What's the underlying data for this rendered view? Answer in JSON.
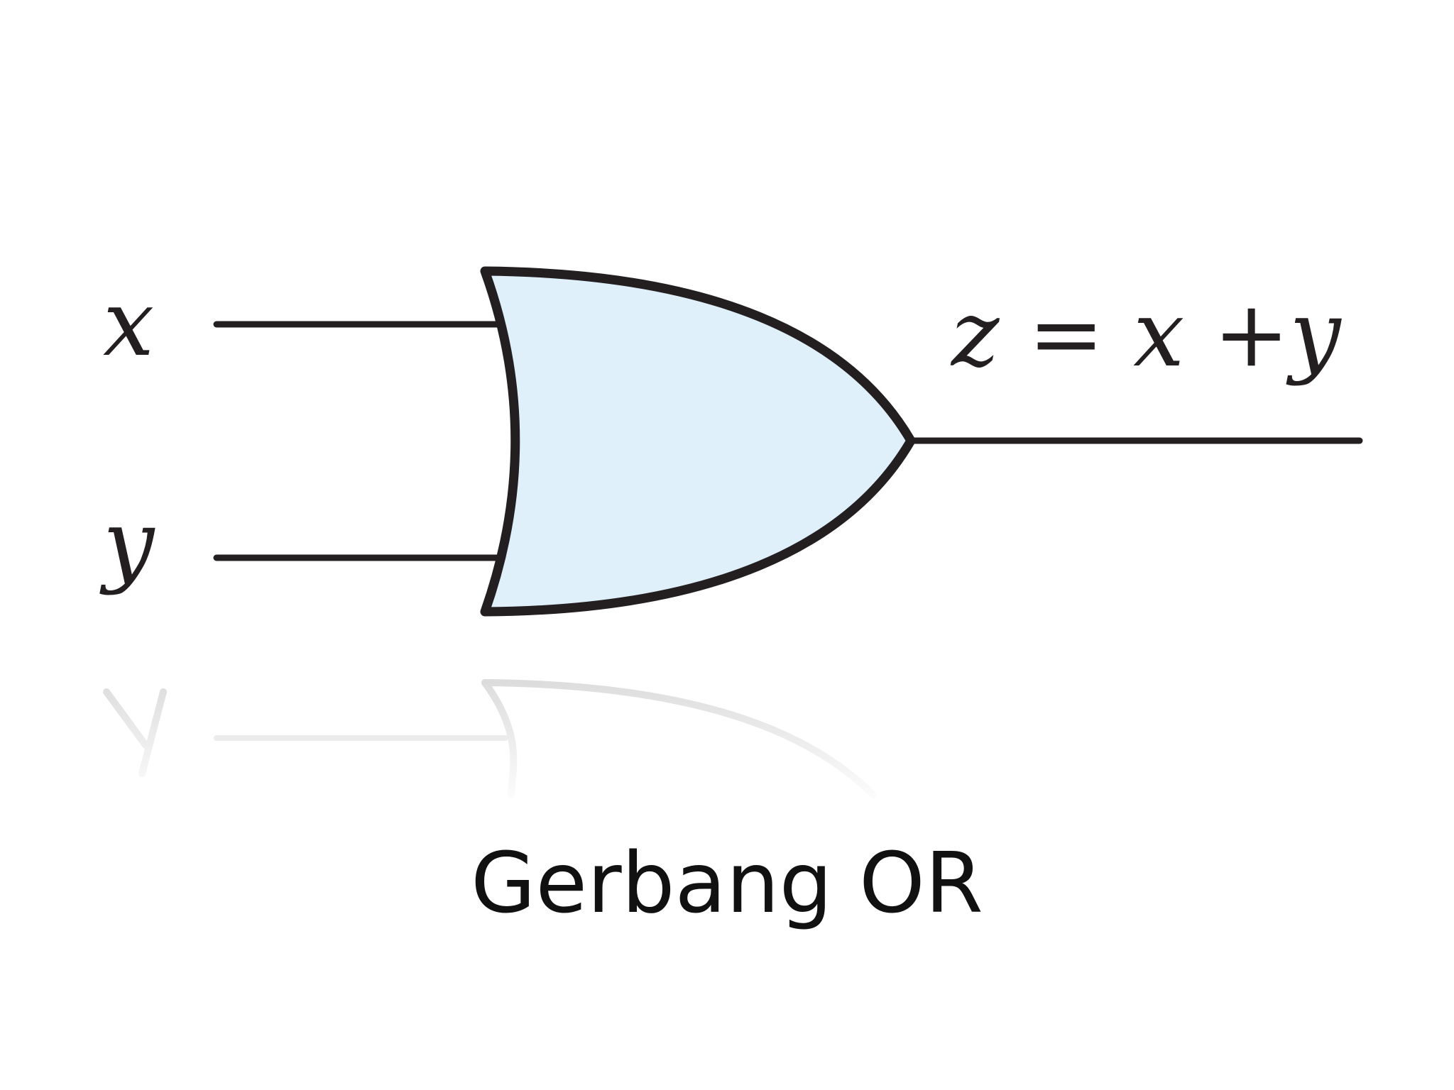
{
  "diagram": {
    "inputs": [
      {
        "label": "x"
      },
      {
        "label": "y"
      }
    ],
    "output": {
      "expression": "z = x +y"
    },
    "caption": "Gerbang OR",
    "colors": {
      "gate_fill": "#dff0fb",
      "stroke": "#231f20",
      "reflection": "#c9c9c9"
    }
  }
}
